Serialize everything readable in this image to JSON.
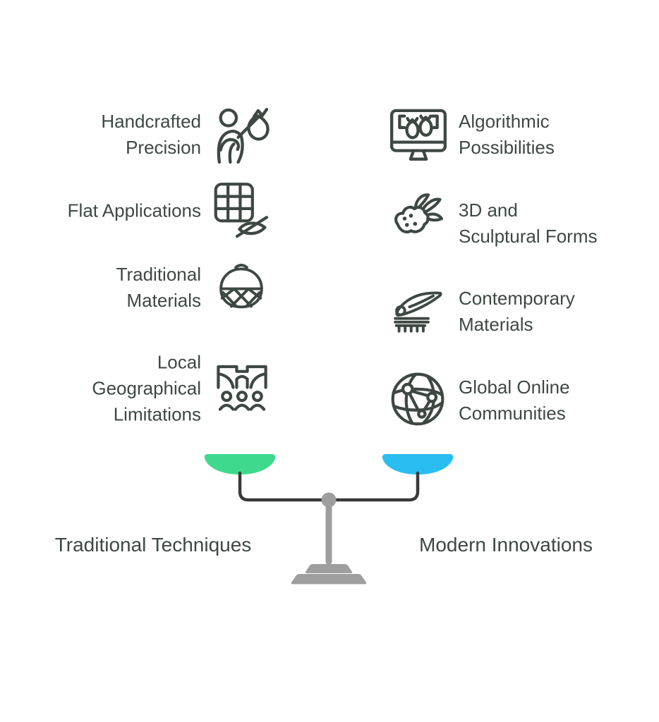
{
  "left": {
    "footer_label": "Traditional Techniques",
    "pan_color": "#3ED98C",
    "items": [
      {
        "label": "Handcrafted\nPrecision",
        "icon": "person-carrying-bag-icon"
      },
      {
        "label": "Flat Applications",
        "icon": "grid-hidden-eye-icon"
      },
      {
        "label": "Traditional\nMaterials",
        "icon": "woven-basket-icon"
      },
      {
        "label": "Local\nGeographical\nLimitations",
        "icon": "gate-with-people-icon"
      }
    ]
  },
  "right": {
    "footer_label": "Modern Innovations",
    "pan_color": "#29BDF1",
    "items": [
      {
        "label": "Algorithmic\nPossibilities",
        "icon": "monitor-patterns-icon"
      },
      {
        "label": "3D and\nSculptural Forms",
        "icon": "sculpture-creature-icon"
      },
      {
        "label": "Contemporary\nMaterials",
        "icon": "bullet-train-icon"
      },
      {
        "label": "Global Online\nCommunities",
        "icon": "globe-network-icon"
      }
    ]
  },
  "colors": {
    "ink": "#3E4843",
    "beam": "#3A3A3A",
    "stand_gray": "#9E9E9E",
    "left_pan": "#3ED98C",
    "right_pan": "#29BDF1",
    "background": "#FFFFFF"
  }
}
